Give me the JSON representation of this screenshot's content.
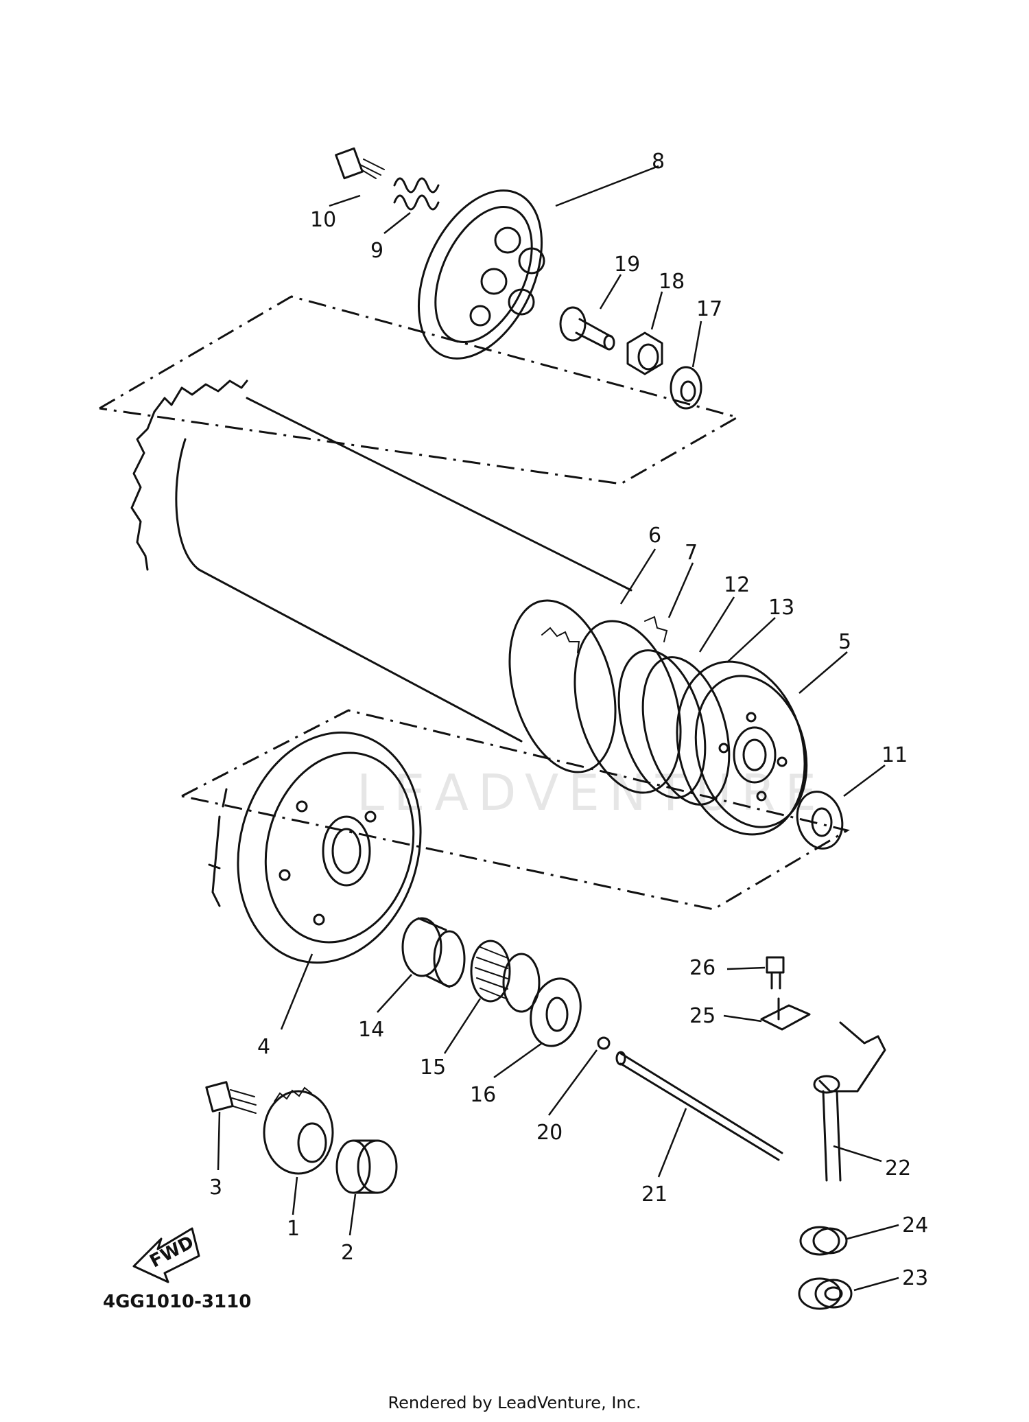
{
  "diagram": {
    "part_code": "4GG1010-3110",
    "direction_label": "FWD",
    "footer": "Rendered by LeadVenture, Inc.",
    "watermark": "LEADVENTURE",
    "callouts": [
      "1",
      "2",
      "3",
      "4",
      "5",
      "6",
      "7",
      "8",
      "9",
      "10",
      "11",
      "12",
      "13",
      "14",
      "15",
      "16",
      "17",
      "18",
      "19",
      "20",
      "21",
      "22",
      "23",
      "24",
      "25",
      "26"
    ]
  }
}
